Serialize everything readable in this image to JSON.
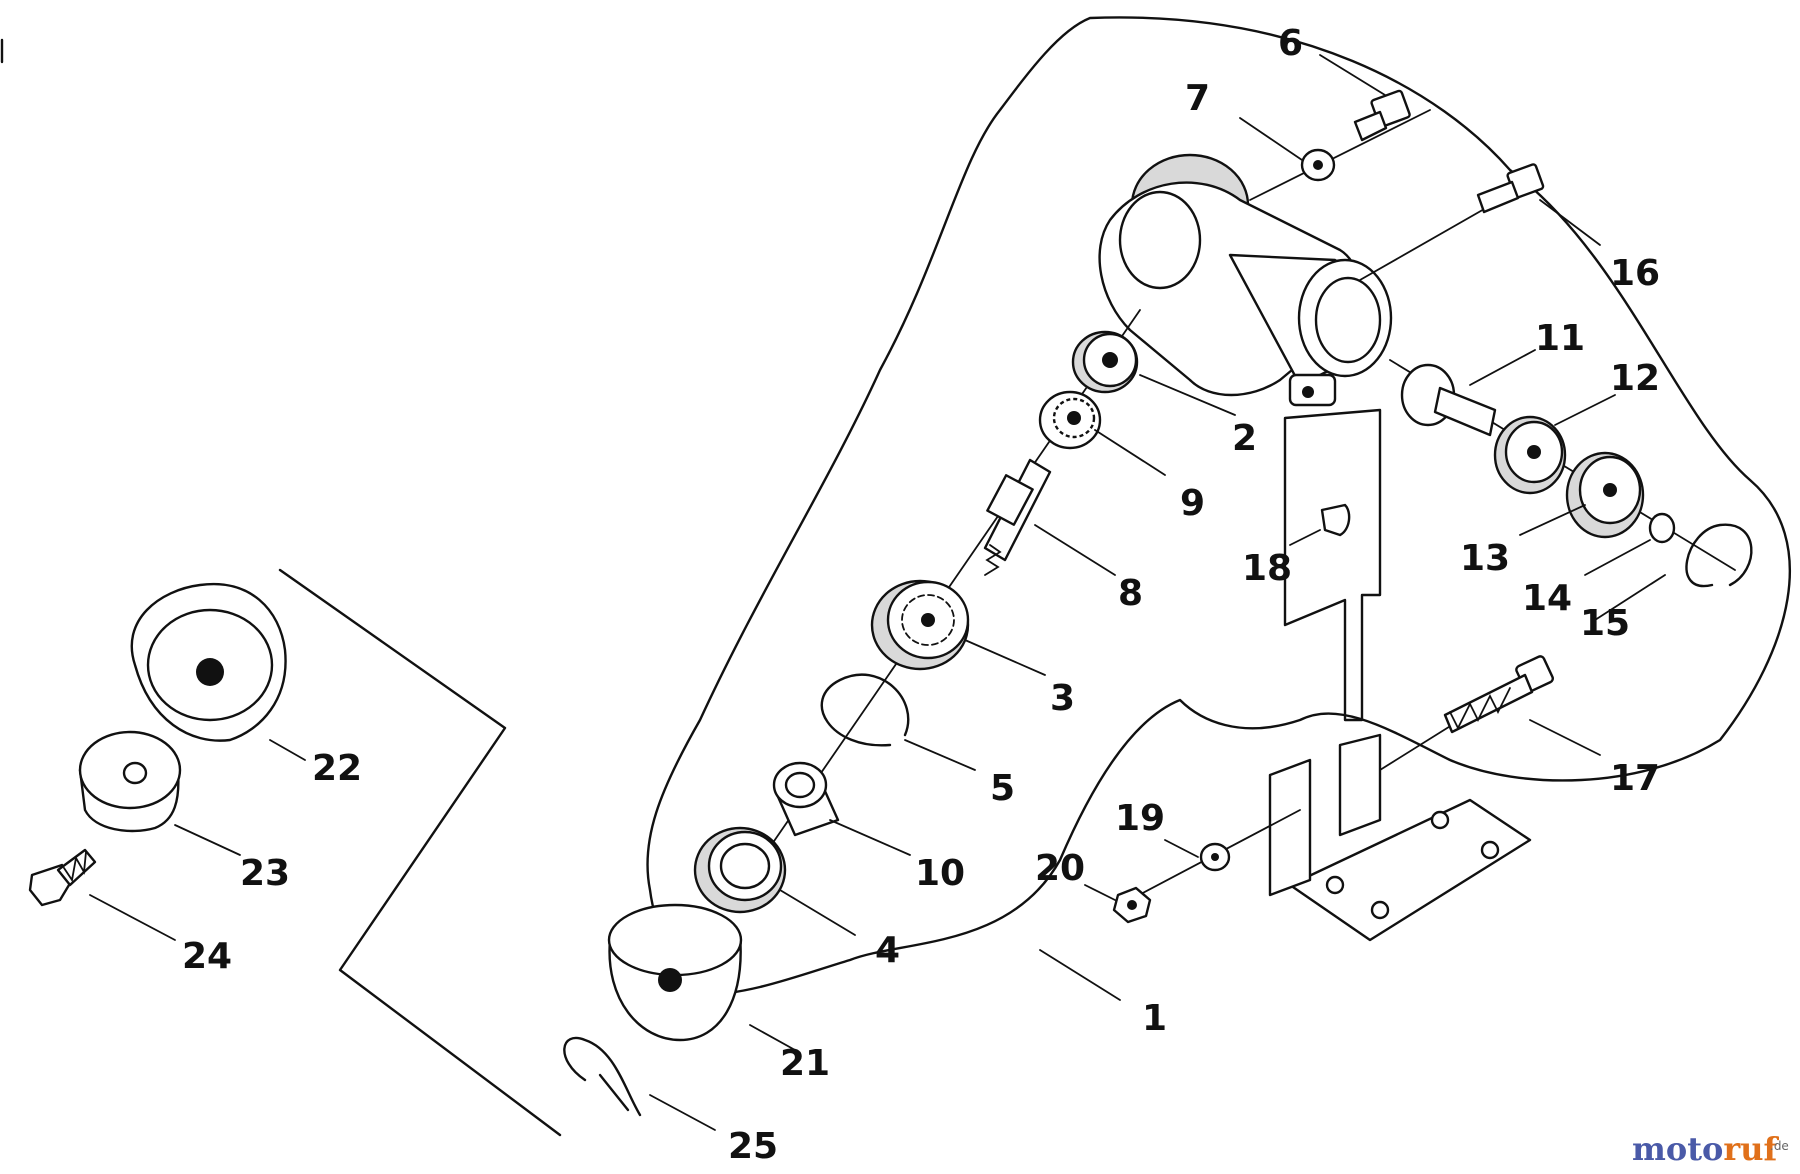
{
  "callouts": {
    "c1": "1",
    "c2": "2",
    "c3": "3",
    "c4": "4",
    "c5": "5",
    "c6": "6",
    "c7": "7",
    "c8": "8",
    "c9": "9",
    "c10": "10",
    "c11": "11",
    "c12": "12",
    "c13": "13",
    "c14": "14",
    "c15": "15",
    "c16": "16",
    "c17": "17",
    "c18": "18",
    "c19": "19",
    "c20": "20",
    "c21": "21",
    "c22": "22",
    "c23": "23",
    "c24": "24",
    "c25": "25"
  },
  "watermark": {
    "brand_a": "moto",
    "brand_b": "ruf",
    "tld": ".de",
    "color_a": "#4a5aa8",
    "color_b": "#e0701a"
  }
}
